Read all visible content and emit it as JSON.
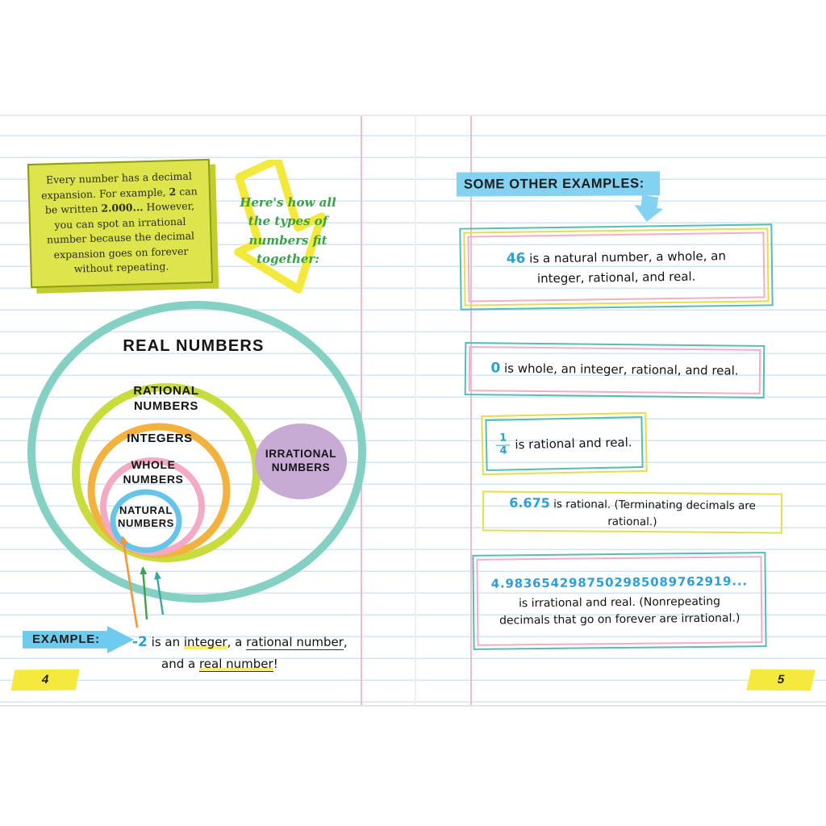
{
  "meta": {
    "left_page_number": "4",
    "right_page_number": "5"
  },
  "note_box": {
    "seg1": "Every number has a decimal expansion. For example, ",
    "bold1": "2",
    "seg2": " can be written ",
    "bold2": "2.000...",
    "seg3": " However, you can spot an irrational number because the decimal expansion goes on forever without repeating."
  },
  "intro_arrow": {
    "text": "Here's how all the types of numbers fit together:"
  },
  "venn": {
    "real": "REAL NUMBERS",
    "rational": "RATIONAL NUMBERS",
    "integers": "INTEGERS",
    "whole": "WHOLE NUMBERS",
    "natural": "NATURAL NUMBERS",
    "irrational": "IRRATIONAL NUMBERS"
  },
  "example": {
    "label": "EXAMPLE:",
    "number": "-2",
    "seg1": " is an ",
    "highlight1": "integer",
    "seg2": ", a ",
    "underline1": "rational number",
    "seg3": ",",
    "seg4": "and a ",
    "underline2": "real number",
    "seg5": "!"
  },
  "right_page": {
    "header": "SOME OTHER EXAMPLES:",
    "examples": [
      {
        "number": "46",
        "text": " is a natural number, a whole, an integer, rational, and real."
      },
      {
        "number": "0",
        "text": " is whole, an integer, rational, and real."
      },
      {
        "fraction_numerator": "1",
        "fraction_denominator": "4",
        "text": "is rational and real."
      },
      {
        "number": "6.675",
        "text": " is rational. (Terminating decimals are rational.)"
      },
      {
        "number": "4.9836542987502985089762919...",
        "text": "is irrational and real. (Nonrepeating decimals that go on forever are irrational.)"
      }
    ]
  },
  "colors": {
    "real_teal": "#84d0c2",
    "rational_green": "#c9dc3e",
    "integers_orange": "#f3b13d",
    "whole_pink": "#f4a9c4",
    "natural_blue": "#67c4e9",
    "irrational_purple": "#c7abd5",
    "highlight_yellow": "#f6e93e",
    "banner_blue": "#83d2f2",
    "number_blue": "#2e9ed6",
    "note_green": "#dde44c",
    "caption_green": "#39a04c"
  }
}
